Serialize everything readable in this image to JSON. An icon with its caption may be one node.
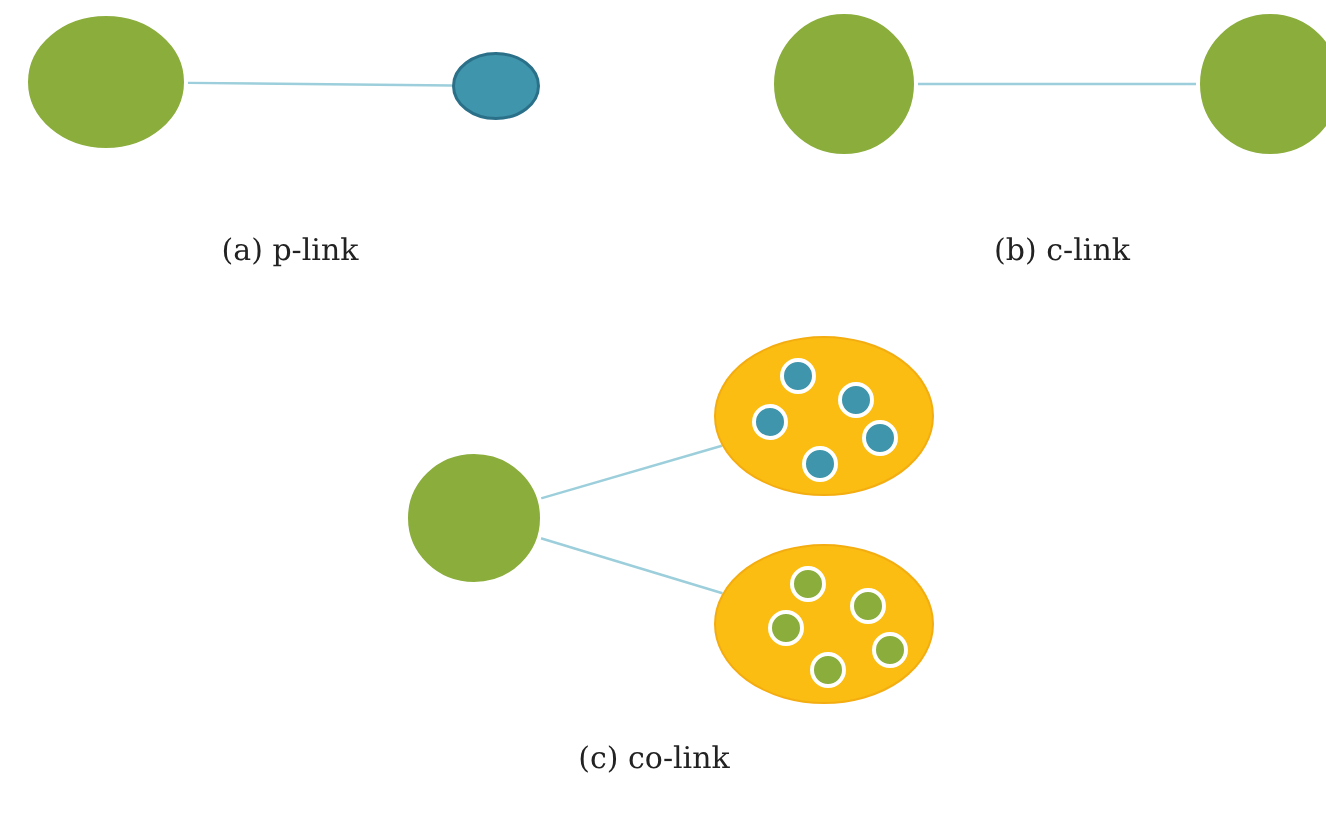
{
  "diagram": {
    "nodes": [
      {
        "text": [],
        "shape": "circle"
      },
      {
        "text": [],
        "shape": "circle"
      },
      {
        "text": [],
        "shape": "circle"
      },
      {
        "text": [],
        "shape": "circle"
      },
      {
        "text": [],
        "shape": "circle"
      },
      {
        "text": [],
        "shape": "circle"
      },
      {
        "text": [],
        "shape": "circle",
        "in": 5
      },
      {
        "text": [],
        "shape": "circle",
        "in": 5
      },
      {
        "text": [],
        "shape": "circle",
        "in": 5
      },
      {
        "text": [],
        "shape": "circle",
        "in": 5
      },
      {
        "text": [],
        "shape": "circle",
        "in": 5
      },
      {
        "text": [],
        "shape": "circle"
      },
      {
        "text": [],
        "shape": "circle",
        "in": 11
      },
      {
        "text": [],
        "shape": "circle",
        "in": 11
      },
      {
        "text": [],
        "shape": "circle",
        "in": 11
      },
      {
        "text": [],
        "shape": "circle",
        "in": 11
      },
      {
        "text": [],
        "shape": "circle",
        "in": 11
      }
    ],
    "edges": [
      {
        "from": 0,
        "to": 1,
        "arrow": "none"
      },
      {
        "from": 2,
        "to": 3,
        "arrow": "none"
      },
      {
        "from": 4,
        "to": 5,
        "arrow": "none"
      },
      {
        "from": 4,
        "to": 11,
        "arrow": "none"
      }
    ],
    "labels": [
      "(a) p-link",
      "(b) c-link",
      "(c) co-link"
    ]
  }
}
